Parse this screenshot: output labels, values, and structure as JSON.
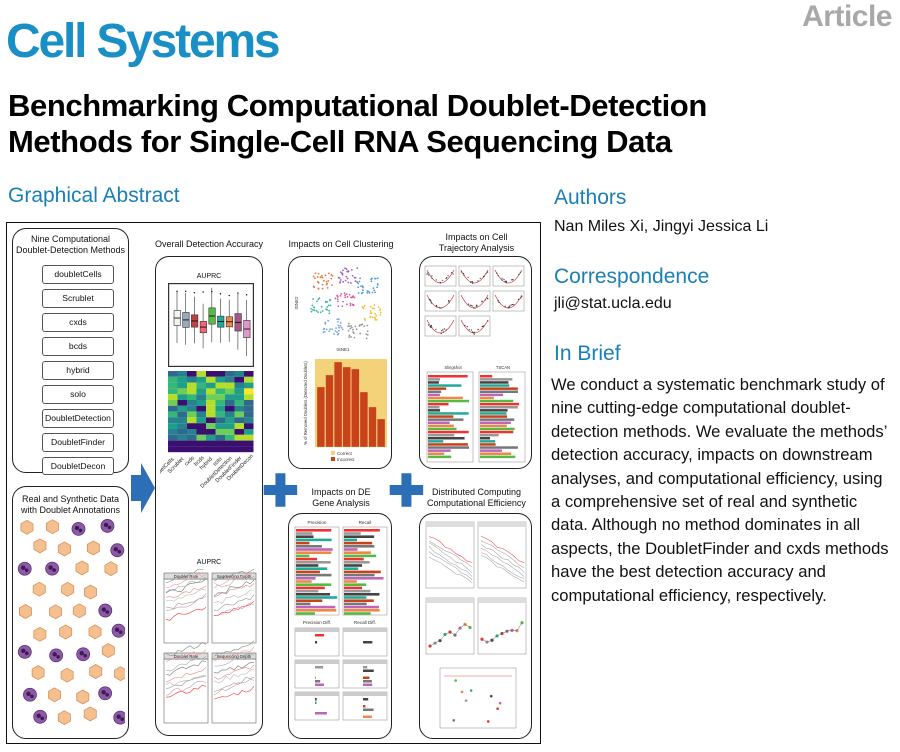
{
  "header": {
    "journal": "Cell Systems",
    "article_type": "Article",
    "title_line1": "Benchmarking Computational Doublet-Detection",
    "title_line2": "Methods for Single-Cell RNA Sequencing Data"
  },
  "graphical_abstract": {
    "heading": "Graphical Abstract",
    "methods_title_1": "Nine Computational",
    "methods_title_2": "Doublet-Detection Methods",
    "methods": [
      "doubletCells",
      "Scrublet",
      "cxds",
      "bcds",
      "hybrid",
      "solo",
      "DoubletDetection",
      "DoubletFinder",
      "DoubletDecon"
    ],
    "data_title_1": "Real and Synthetic Data",
    "data_title_2": "with Doublet Annotations",
    "accuracy_title": "Overall Detection Accuracy",
    "auprc_label": "AUPRC",
    "clustering_title": "Impacts on Cell Clustering",
    "trajectory_title_1": "Impacts on Cell",
    "trajectory_title_2": "Trajectory Analysis",
    "de_title_1": "Impacts on DE",
    "de_title_2": "Gene Analysis",
    "efficiency_title_1": "Distributed Computing",
    "efficiency_title_2": "Computational Efficiency",
    "tsne_x": "tSNE1",
    "tsne_y": "tSNE2",
    "bar_y": "% of Removed Doublets (Detected Doublets)",
    "legend_correct": "Correct",
    "legend_incorrect": "Incorrect",
    "sub_doublet_rate": "Doublet Rate",
    "sub_seq_depth": "Sequencing Depth",
    "de_precision": "Precision",
    "de_recall": "Recall",
    "de_precision_diff": "Precision Diff.",
    "de_recall_diff": "Recall Diff.",
    "traj_slingshot": "Slingshot",
    "traj_tscan": "TSCAN",
    "colors": {
      "accent": "#1a8fc6",
      "plus": "#2d6fb6",
      "correct": "#f3d27a",
      "incorrect": "#c8421b"
    }
  },
  "sidebar": {
    "authors_heading": "Authors",
    "authors": "Nan Miles Xi, Jingyi Jessica Li",
    "correspondence_heading": "Correspondence",
    "email": "jli@stat.ucla.edu",
    "brief_heading": "In Brief",
    "brief_text": "We conduct a systematic benchmark study of nine cutting-edge computational doublet-detection methods. We evaluate the methods’ detection accuracy, impacts on downstream analyses, and computational efficiency, using a comprehensive set of real and synthetic data. Although no method dominates in all aspects, the DoubletFinder and cxds methods have the best detection accuracy and computational efficiency, respectively."
  }
}
